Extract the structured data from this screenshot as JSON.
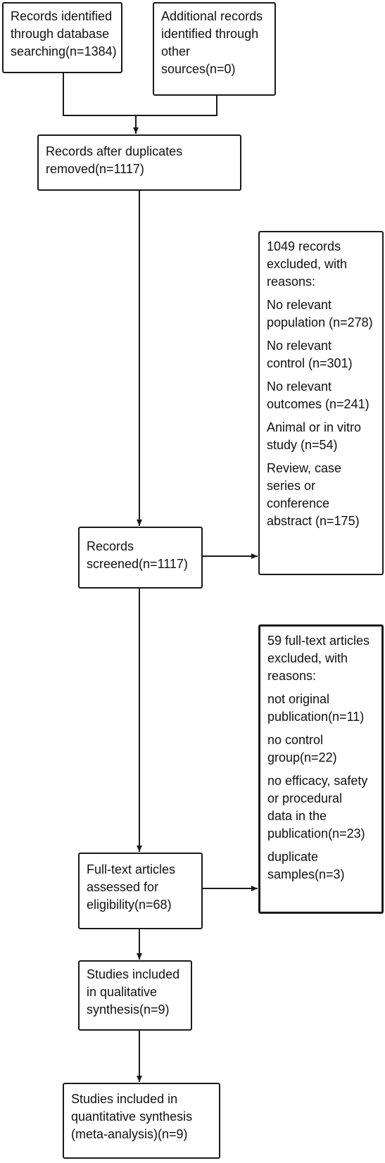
{
  "boxes": {
    "db_search": [
      "Records identified",
      "through database",
      "searching(n=1384)"
    ],
    "other_sources": [
      "Additional records",
      "identified through",
      "other",
      "sources(n=0)"
    ],
    "after_duplicates": [
      "Records after duplicates",
      "removed(n=1117)"
    ],
    "screened": [
      "Records",
      "screened(n=1117)"
    ],
    "fulltext": [
      "Full-text articles",
      "assessed for",
      "eligibility(n=68)"
    ],
    "qualitative": [
      "Studies included",
      "in qualitative",
      "synthesis(n=9)"
    ],
    "quantitative": [
      "Studies included in",
      "quantitative synthesis",
      "(meta-analysis)(n=9)"
    ]
  },
  "excluded_records": {
    "header": [
      "1049 records",
      "excluded, with",
      "reasons:"
    ],
    "reasons": [
      [
        "No relevant",
        "population (n=278)"
      ],
      [
        "No relevant",
        "control (n=301)"
      ],
      [
        "No relevant",
        "outcomes (n=241)"
      ],
      [
        "Animal or in vitro",
        "study (n=54)"
      ],
      [
        "Review, case",
        "series or",
        "conference",
        "abstract (n=175)"
      ]
    ]
  },
  "excluded_fulltext": {
    "header": [
      "59 full-text articles",
      "excluded, with",
      "reasons:"
    ],
    "reasons": [
      [
        "not original",
        "publication(n=11)"
      ],
      [
        "no control",
        "group(n=22)"
      ],
      [
        "no efficacy, safety",
        "or procedural",
        "data in the",
        "publication(n=23)"
      ],
      [
        "duplicate",
        "samples(n=3)"
      ]
    ]
  }
}
